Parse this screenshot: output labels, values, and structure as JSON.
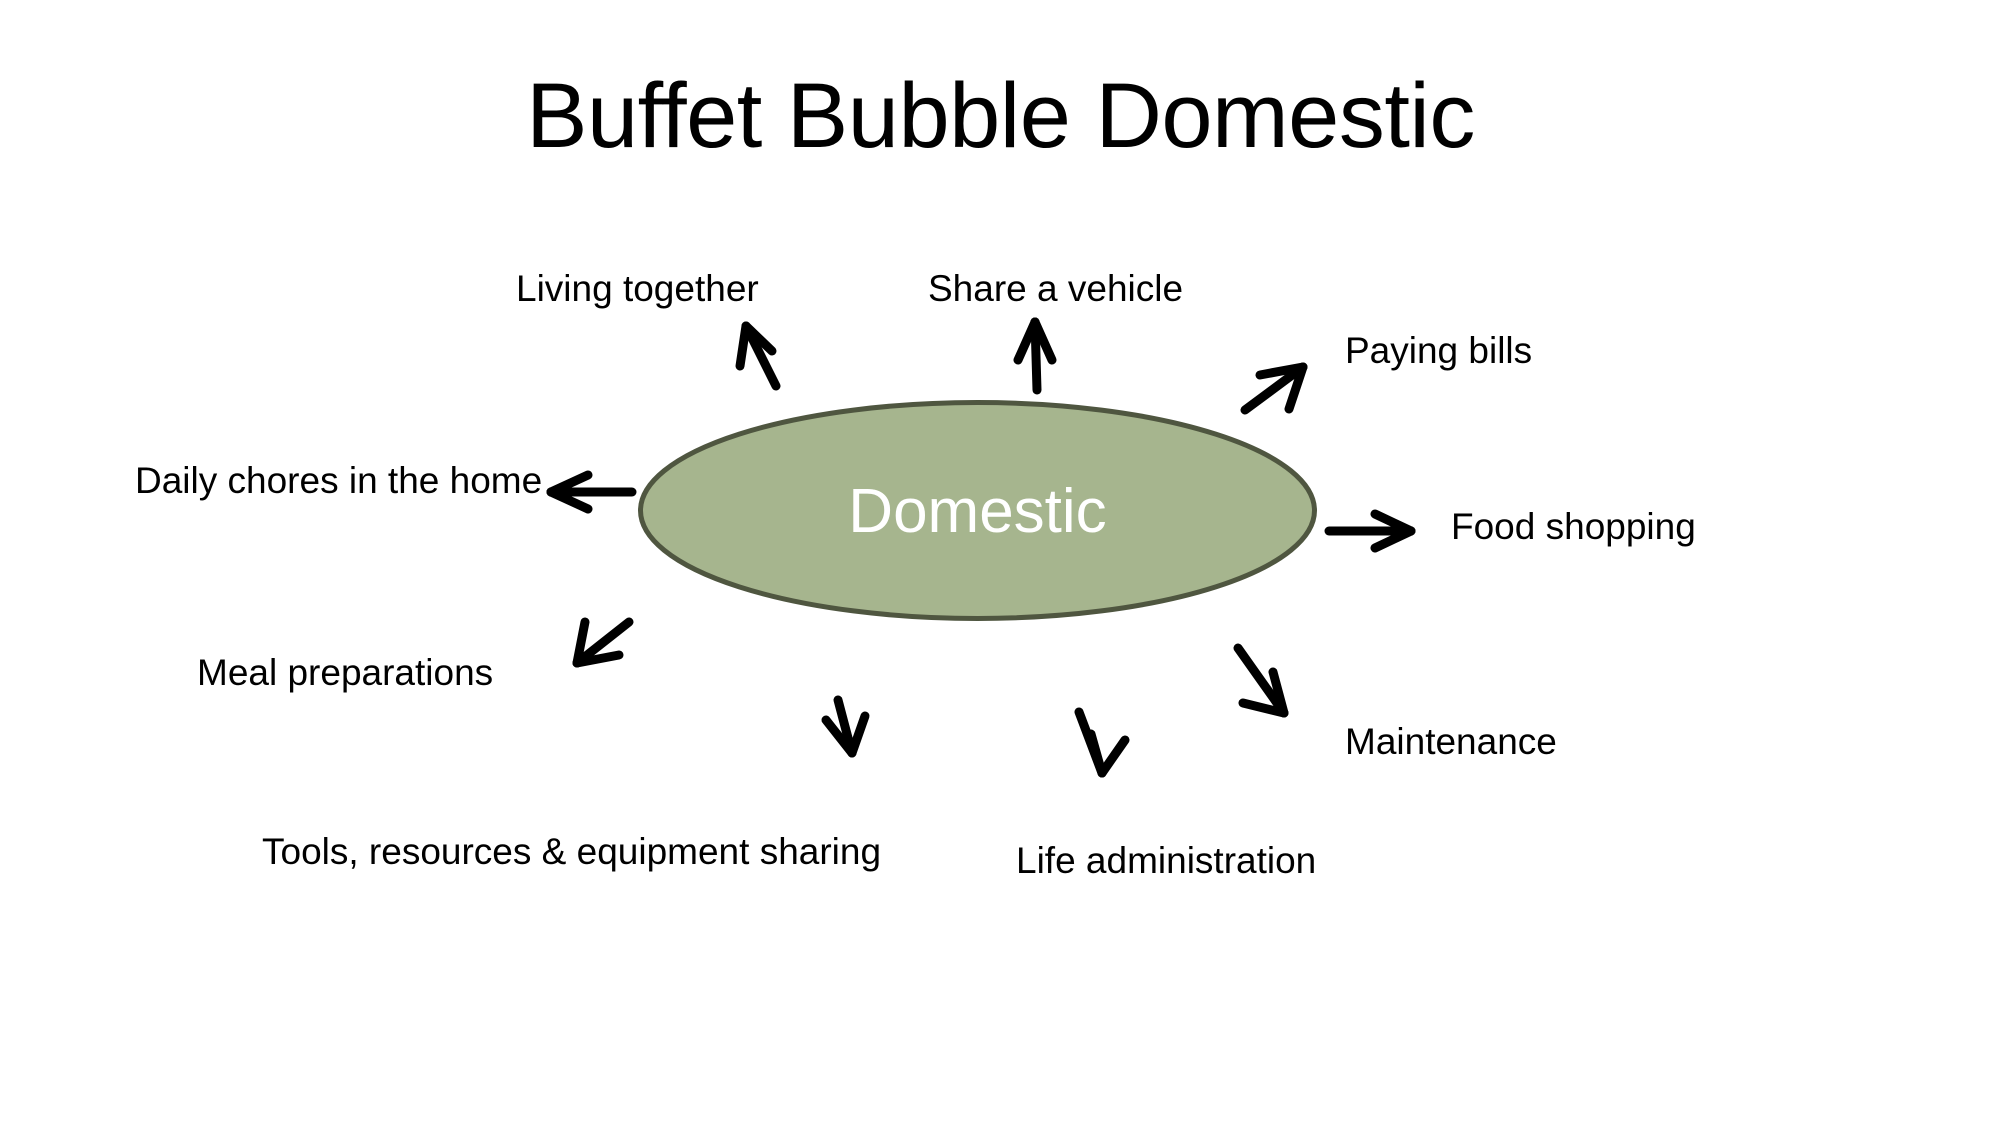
{
  "slide": {
    "title": "Buffet Bubble Domestic",
    "background_color": "#ffffff"
  },
  "bubble": {
    "center_label": "Domestic",
    "fill_color": "#a6b58e",
    "stroke_color": "#4f5640",
    "text_color": "#ffffff"
  },
  "spokes": [
    {
      "label": "Living together",
      "direction": "up-left"
    },
    {
      "label": "Share a vehicle",
      "direction": "up"
    },
    {
      "label": "Paying bills",
      "direction": "up-right"
    },
    {
      "label": "Food shopping",
      "direction": "right"
    },
    {
      "label": "Maintenance",
      "direction": "down-right"
    },
    {
      "label": "Life administration",
      "direction": "down"
    },
    {
      "label": "Tools, resources & equipment sharing",
      "direction": "down-left"
    },
    {
      "label": "Meal preparations",
      "direction": "down-left-far"
    },
    {
      "label": "Daily chores in the home",
      "direction": "left"
    }
  ],
  "chart_data": {
    "type": "diagram",
    "diagram_kind": "bubble-spoke",
    "title": "Buffet Bubble Domestic",
    "center": "Domestic",
    "nodes": [
      "Living together",
      "Share a vehicle",
      "Paying bills",
      "Food shopping",
      "Maintenance",
      "Life administration",
      "Tools, resources & equipment sharing",
      "Meal preparations",
      "Daily chores in the home"
    ],
    "edges": [
      {
        "from": "Domestic",
        "to": "Living together",
        "arrow": "outward",
        "angle_deg": 115
      },
      {
        "from": "Domestic",
        "to": "Share a vehicle",
        "arrow": "outward",
        "angle_deg": 90
      },
      {
        "from": "Domestic",
        "to": "Paying bills",
        "arrow": "outward",
        "angle_deg": 45
      },
      {
        "from": "Domestic",
        "to": "Food shopping",
        "arrow": "outward",
        "angle_deg": 0
      },
      {
        "from": "Domestic",
        "to": "Maintenance",
        "arrow": "outward",
        "angle_deg": -50
      },
      {
        "from": "Domestic",
        "to": "Life administration",
        "arrow": "outward",
        "angle_deg": -80
      },
      {
        "from": "Domestic",
        "to": "Tools, resources & equipment sharing",
        "arrow": "outward",
        "angle_deg": -100
      },
      {
        "from": "Domestic",
        "to": "Meal preparations",
        "arrow": "outward",
        "angle_deg": -140
      },
      {
        "from": "Domestic",
        "to": "Daily chores in the home",
        "arrow": "outward",
        "angle_deg": 180
      }
    ],
    "legend": [],
    "colors": {
      "bubble_fill": "#a6b58e",
      "bubble_stroke": "#4f5640",
      "bubble_text": "#ffffff",
      "arrow": "#000000",
      "label_text": "#000000",
      "background": "#ffffff"
    }
  }
}
